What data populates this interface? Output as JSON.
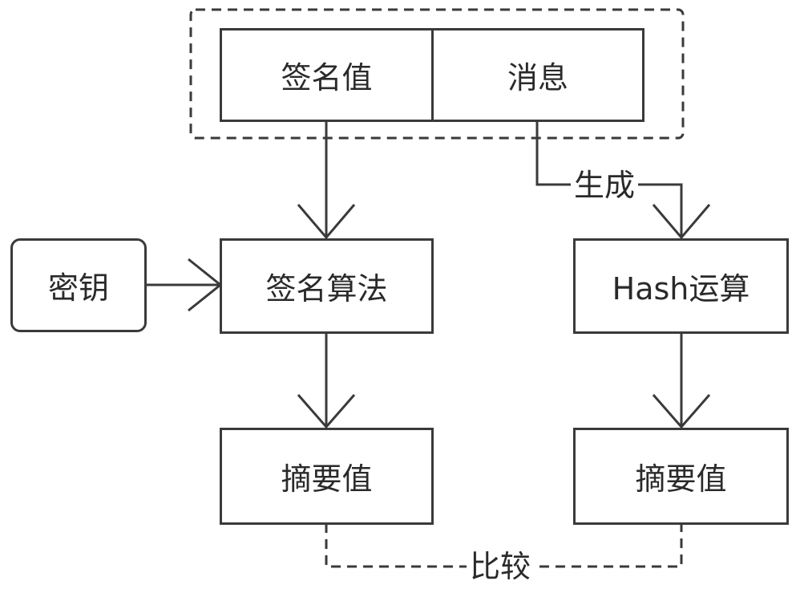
{
  "diagram": {
    "nodes": {
      "signature_value": "签名值",
      "message": "消息",
      "key": "密钥",
      "signature_algorithm": "签名算法",
      "hash_operation": "Hash运算",
      "digest_left": "摘要值",
      "digest_right": "摘要值"
    },
    "edge_labels": {
      "generate": "生成",
      "compare": "比较"
    },
    "colors": {
      "stroke": "#3a3a3a",
      "text": "#2a2a2a",
      "background": "#ffffff"
    }
  }
}
